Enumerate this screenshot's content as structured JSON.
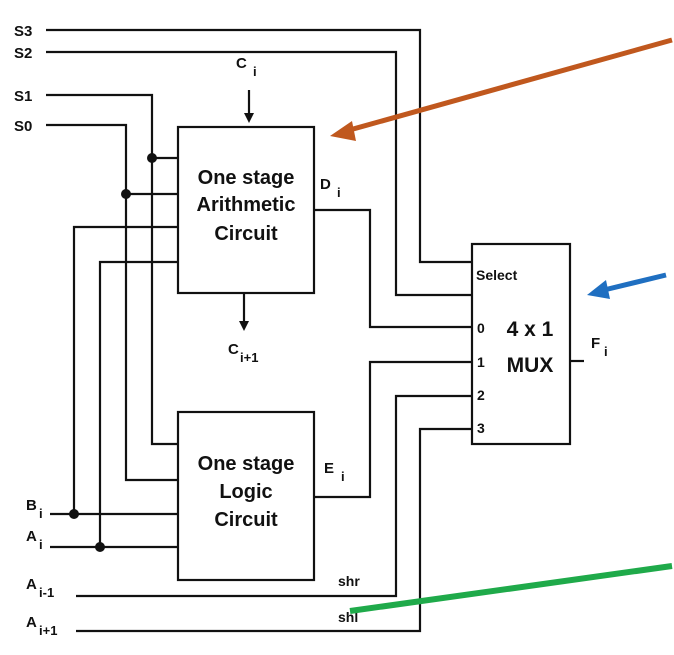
{
  "signals": {
    "s3": "S3",
    "s2": "S2",
    "s1": "S1",
    "s0": "S0",
    "ci_base": "C",
    "ci_sub": "i",
    "ci1_base": "C",
    "ci1_sub": "i+1",
    "di_base": "D",
    "di_sub": "i",
    "ei_base": "E",
    "ei_sub": "i",
    "fi_base": "F",
    "fi_sub": "i",
    "bi_base": "B",
    "bi_sub": "i",
    "ai_base": "A",
    "ai_sub": "i",
    "aim1_base": "A",
    "aim1_sub": "i-1",
    "aip1_base": "A",
    "aip1_sub": "i+1",
    "shr": "shr",
    "shl": "shl"
  },
  "arithmetic_block": {
    "line1": "One stage",
    "line2": "Arithmetic",
    "line3": "Circuit"
  },
  "logic_block": {
    "line1": "One stage",
    "line2": "Logic",
    "line3": "Circuit"
  },
  "mux": {
    "title1": "4 x 1",
    "title2": "MUX",
    "select_label": "Select",
    "inputs": [
      "0",
      "1",
      "2",
      "3"
    ]
  },
  "annotation_colors": {
    "arrow_to_arithmetic": "#c0581e",
    "arrow_to_mux": "#1f6fc1",
    "line_to_shl": "#1faa4a"
  }
}
